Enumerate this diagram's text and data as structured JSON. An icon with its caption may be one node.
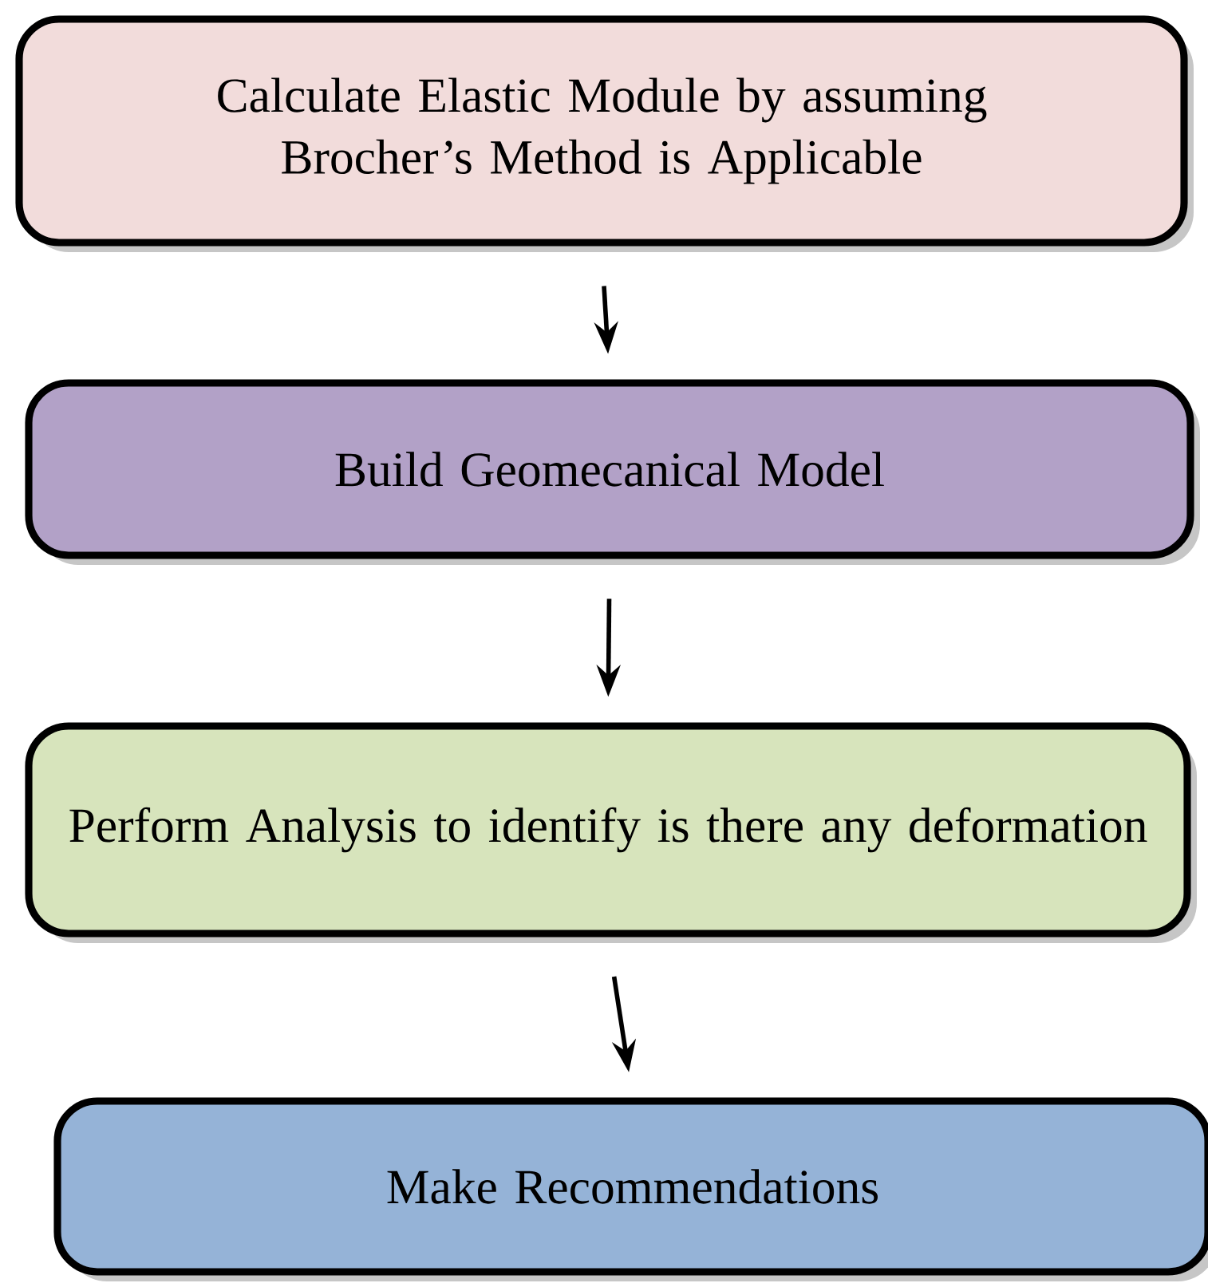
{
  "diagram": {
    "nodes": [
      {
        "text": [
          "Calculate Elastic Module by assuming Brocher’s Method is Applicable"
        ]
      },
      {
        "text": [
          "Build Geomecanical Model"
        ]
      },
      {
        "text": [
          "Perform Analysis to identify is there any deformation"
        ]
      },
      {
        "text": [
          "Make Recommendations"
        ]
      }
    ],
    "edges": [
      {
        "from": 0,
        "to": 1,
        "arrow": "to"
      },
      {
        "from": 1,
        "to": 2,
        "arrow": "to"
      },
      {
        "from": 2,
        "to": 3,
        "arrow": "to"
      }
    ]
  }
}
